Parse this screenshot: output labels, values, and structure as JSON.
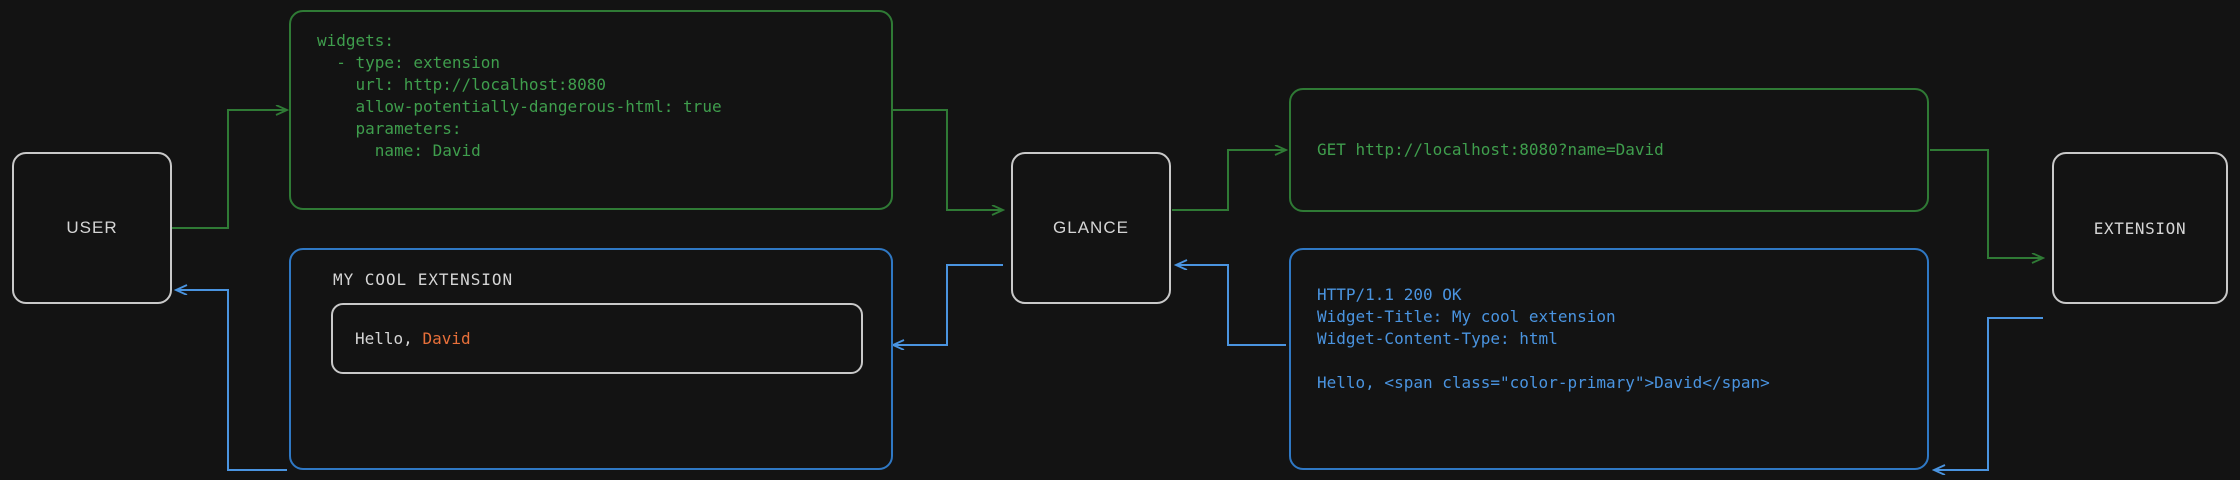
{
  "diagram": {
    "title": "Glance extension widget request flow",
    "background": "#131313",
    "colors": {
      "request": "#3f9e4d",
      "response": "#4a94e0",
      "node_border": "#c9c9c9",
      "node_text": "#d5d5d5",
      "accent": "#e8703a"
    }
  },
  "nodes": {
    "user": {
      "label": "USER"
    },
    "glance": {
      "label": "GLANCE"
    },
    "extension": {
      "label": "EXTENSION"
    }
  },
  "config_block": {
    "color": "#3f9e4d",
    "lines": [
      "widgets:",
      "  - type: extension",
      "    url: http://localhost:8080",
      "    allow-potentially-dangerous-html: true",
      "    parameters:",
      "      name: David"
    ],
    "text": "widgets:\n  - type: extension\n    url: http://localhost:8080\n    allow-potentially-dangerous-html: true\n    parameters:\n      name: David"
  },
  "request_block": {
    "color": "#3f9e4d",
    "lines": [
      "GET http://localhost:8080?name=David"
    ],
    "text": "GET http://localhost:8080?name=David"
  },
  "response_block": {
    "color": "#4a94e0",
    "lines": [
      "HTTP/1.1 200 OK",
      "Widget-Title: My cool extension",
      "Widget-Content-Type: html",
      "",
      "Hello, <span class=\"color-primary\">David</span>"
    ],
    "text": "HTTP/1.1 200 OK\nWidget-Title: My cool extension\nWidget-Content-Type: html\n\nHello, <span class=\"color-primary\">David</span>"
  },
  "widget_preview": {
    "title": "MY COOL EXTENSION",
    "greeting": "Hello, ",
    "name": "David",
    "name_color": "#e8703a"
  },
  "arrows": [
    {
      "name": "user-to-config",
      "color": "#3f9e4d",
      "direction": "right"
    },
    {
      "name": "config-to-glance",
      "color": "#3f9e4d",
      "direction": "right"
    },
    {
      "name": "glance-to-request",
      "color": "#3f9e4d",
      "direction": "right"
    },
    {
      "name": "request-to-extension",
      "color": "#3f9e4d",
      "direction": "right"
    },
    {
      "name": "extension-to-response",
      "color": "#4a94e0",
      "direction": "left"
    },
    {
      "name": "response-to-glance",
      "color": "#4a94e0",
      "direction": "left"
    },
    {
      "name": "glance-to-widget",
      "color": "#4a94e0",
      "direction": "left"
    },
    {
      "name": "widget-to-user",
      "color": "#4a94e0",
      "direction": "left"
    }
  ]
}
